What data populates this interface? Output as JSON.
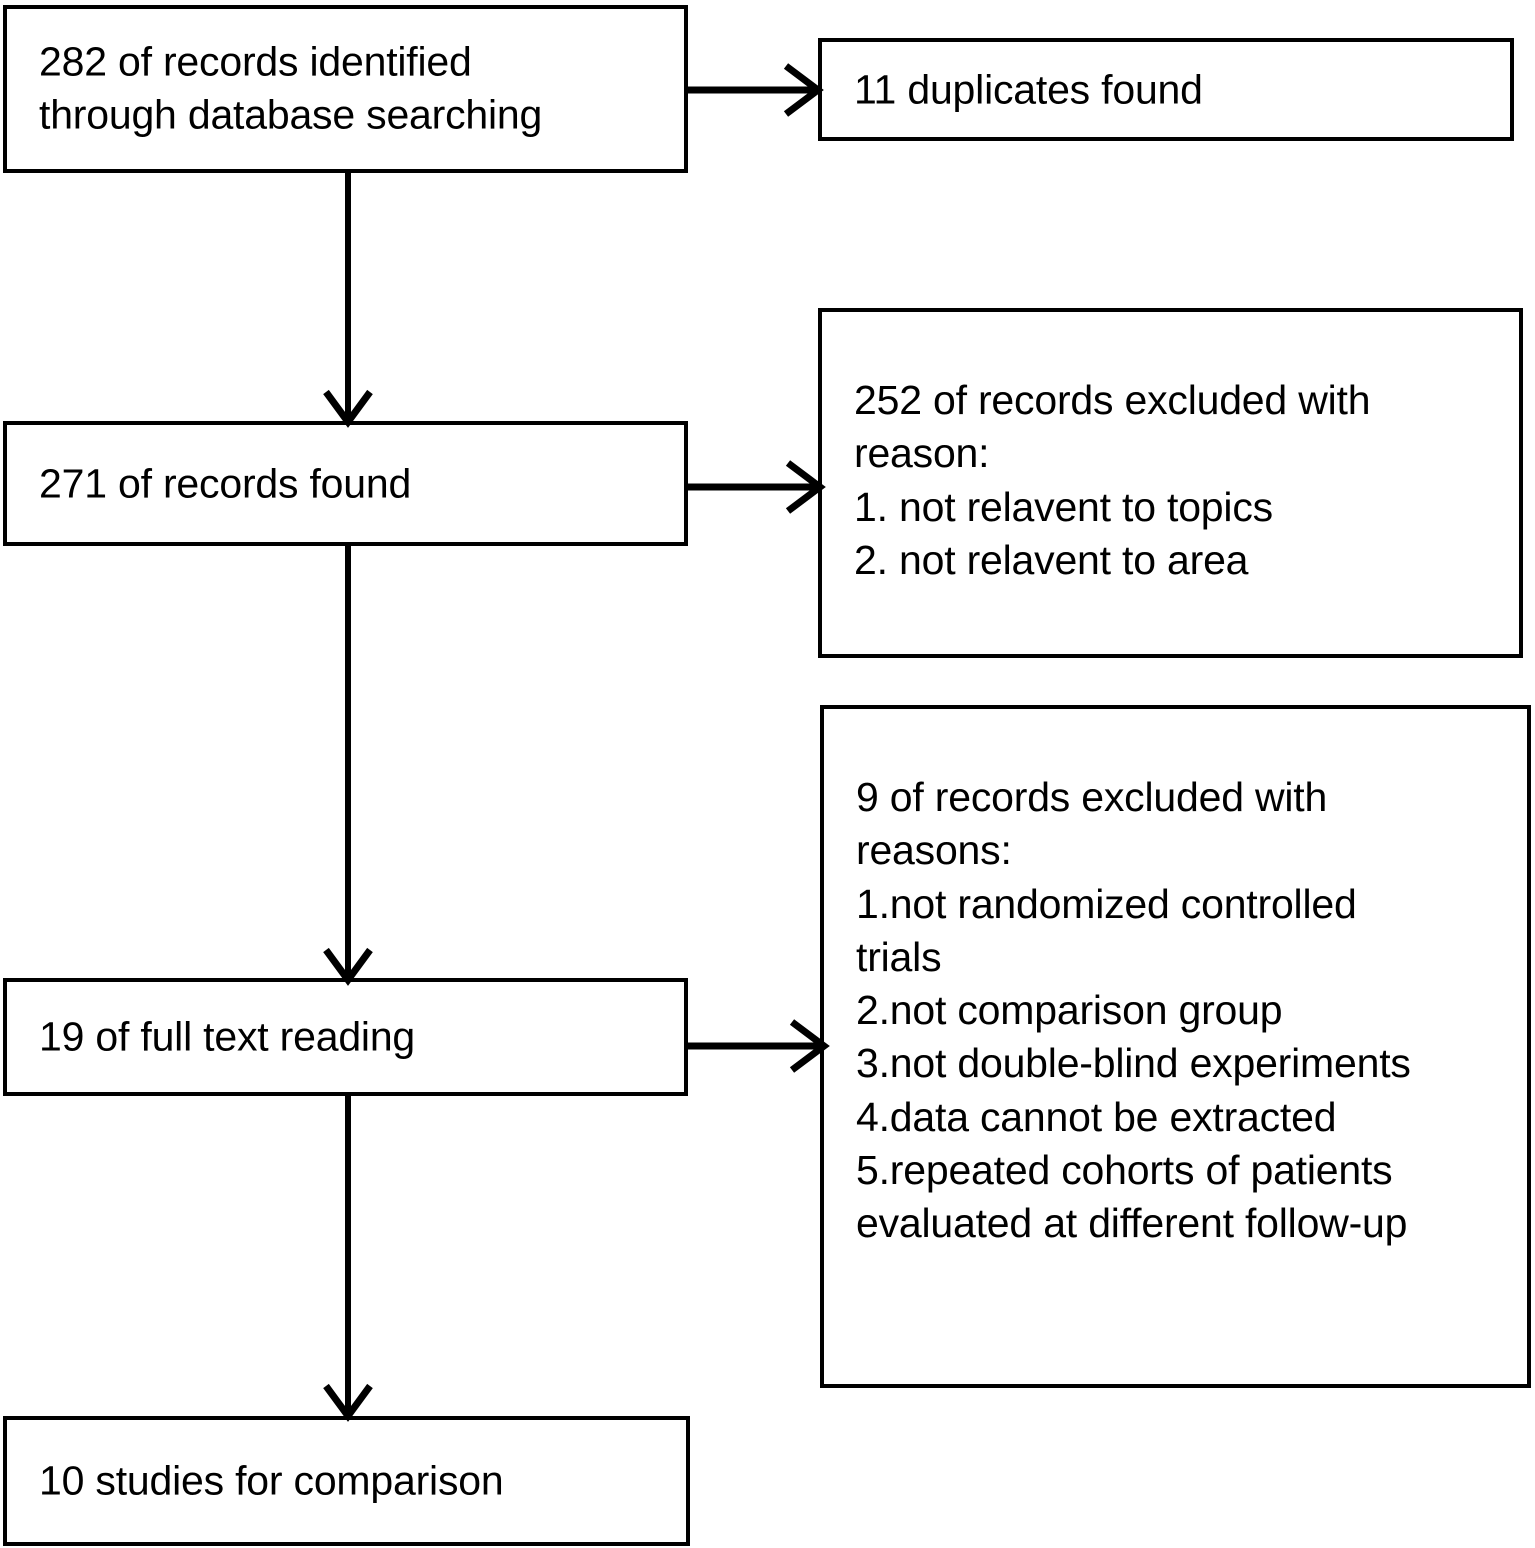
{
  "diagram": {
    "title": "PRISMA study selection flow diagram",
    "stroke_color": "#000000",
    "background_color": "#ffffff",
    "boxes": {
      "identified": {
        "line1": "282   of   records   identified",
        "line2": "through database searching"
      },
      "duplicates": {
        "text": "11 duplicates found"
      },
      "records_found": {
        "text": "271 of records found"
      },
      "excluded_252": {
        "line1": "252  of  records  excluded  with",
        "line2": "reason:",
        "reasons": [
          "1.  not relavent to topics",
          "2.  not relavent to area"
        ]
      },
      "full_text": {
        "text": "19 of full text reading"
      },
      "excluded_9": {
        "line1": "9  of  records  excluded  with",
        "line2": "reasons:",
        "reasons": [
          "1.not    randomized    controlled",
          "trials",
          "2.not comparison group",
          "3.not double-blind experiments",
          "4.data cannot be extracted",
          "5.repeated  cohorts  of  patients",
          "evaluated at different follow-up"
        ]
      },
      "included": {
        "text": "10 studies for comparison"
      }
    },
    "connectors": [
      {
        "name": "identified-to-duplicates",
        "direction": "right"
      },
      {
        "name": "identified-to-records-found",
        "direction": "down"
      },
      {
        "name": "records-found-to-excluded-252",
        "direction": "right"
      },
      {
        "name": "records-found-to-full-text",
        "direction": "down"
      },
      {
        "name": "full-text-to-excluded-9",
        "direction": "right"
      },
      {
        "name": "full-text-to-included",
        "direction": "down"
      }
    ]
  }
}
